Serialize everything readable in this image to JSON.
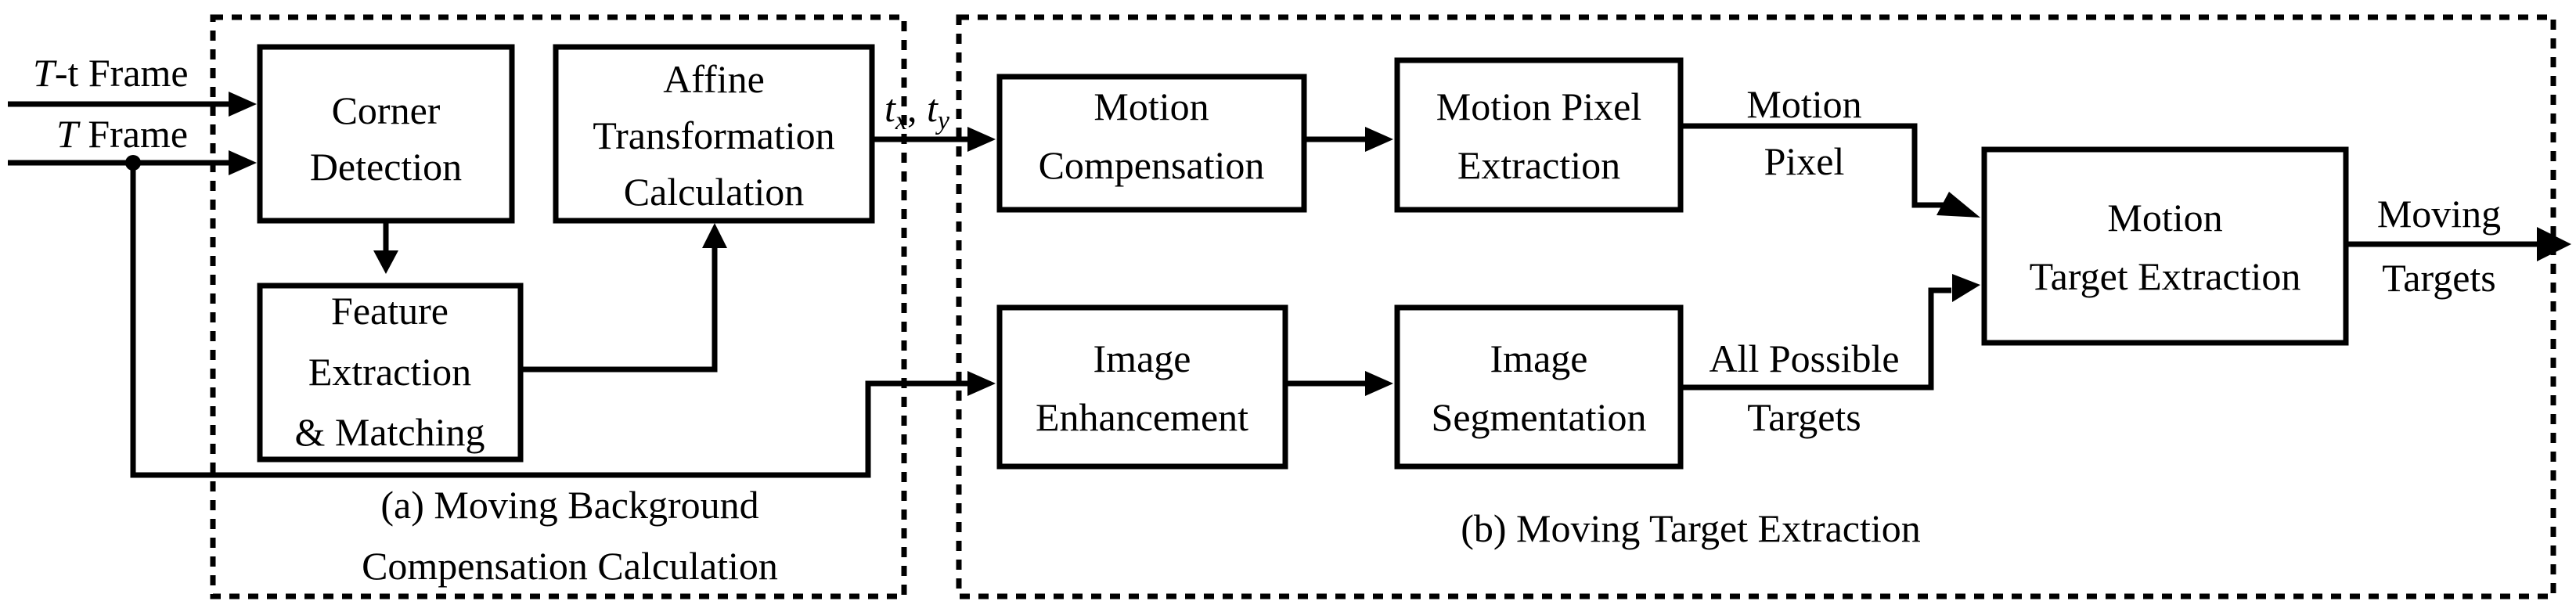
{
  "inputs": {
    "t_minus_t_frame_prefix": "T",
    "t_minus_t_frame_suffix": "-t Frame",
    "t_frame_prefix": "T",
    "t_frame_suffix": " Frame"
  },
  "blocks": {
    "corner_detection": [
      "Corner",
      "Detection"
    ],
    "affine_transformation": [
      "Affine",
      "Transformation",
      "Calculation"
    ],
    "feature_extraction": [
      "Feature",
      "Extraction",
      "& Matching"
    ],
    "motion_compensation": [
      "Motion",
      "Compensation"
    ],
    "motion_pixel_extraction": [
      "Motion Pixel",
      "Extraction"
    ],
    "motion_target_extraction": [
      "Motion",
      "Target Extraction"
    ],
    "image_enhancement": [
      "Image",
      "Enhancement"
    ],
    "image_segmentation": [
      "Image",
      "Segmentation"
    ]
  },
  "signals": {
    "translation_tx": "t",
    "translation_tx_sub": "x",
    "translation_sep": ", ",
    "translation_ty": "t",
    "translation_ty_sub": "y",
    "motion_pixel": [
      "Motion",
      "Pixel"
    ],
    "all_possible_targets": [
      "All Possible",
      "Targets"
    ],
    "moving_targets": [
      "Moving",
      "Targets"
    ]
  },
  "regions": {
    "background_compensation": [
      "(a) Moving Background",
      "Compensation Calculation"
    ],
    "target_extraction": "(b) Moving Target Extraction"
  }
}
